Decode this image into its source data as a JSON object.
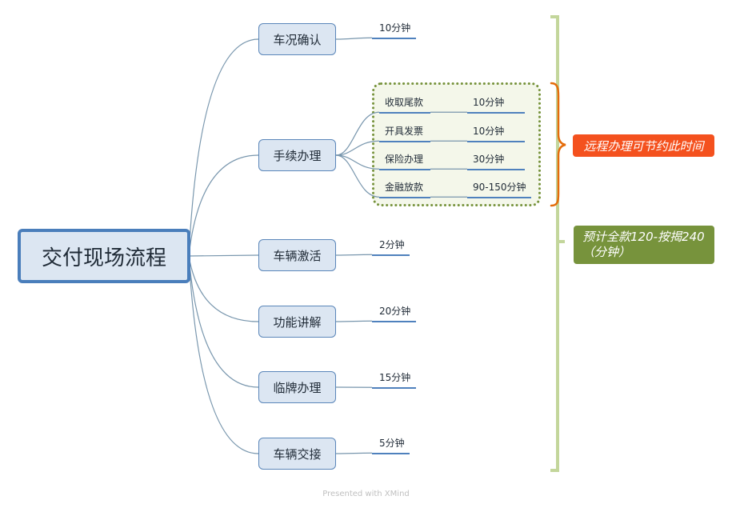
{
  "root": {
    "label": "交付现场流程"
  },
  "branches": [
    {
      "label": "车况确认",
      "time": "10分钟"
    },
    {
      "label": "手续办理",
      "sub_items": [
        {
          "label": "收取尾款",
          "time": "10分钟"
        },
        {
          "label": "开具发票",
          "time": "10分钟"
        },
        {
          "label": "保险办理",
          "time": "30分钟"
        },
        {
          "label": "金融放款",
          "time": "90-150分钟"
        }
      ]
    },
    {
      "label": "车辆激活",
      "time": "2分钟"
    },
    {
      "label": "功能讲解",
      "time": "20分钟"
    },
    {
      "label": "临牌办理",
      "time": "15分钟"
    },
    {
      "label": "车辆交接",
      "time": "5分钟"
    }
  ],
  "summaries": {
    "remote": {
      "text": "远程办理可节约此时间"
    },
    "estimate": {
      "lines": [
        "预计全款120-按揭240",
        "（分钟）"
      ]
    }
  },
  "footer": "Presented with XMind",
  "colors": {
    "node_fill": "#dce6f2",
    "node_border": "#5a86b9",
    "root_border": "#4a7ebb",
    "underline": "#4f81bd",
    "link": "#7896ad",
    "boundary_fill": "#f4f7ea",
    "boundary_border": "#77933c",
    "brace_orange": "#e46c0a",
    "bracket_green": "#c3d69b",
    "callout_remote": "#f4511e",
    "callout_estimate": "#77933c"
  }
}
